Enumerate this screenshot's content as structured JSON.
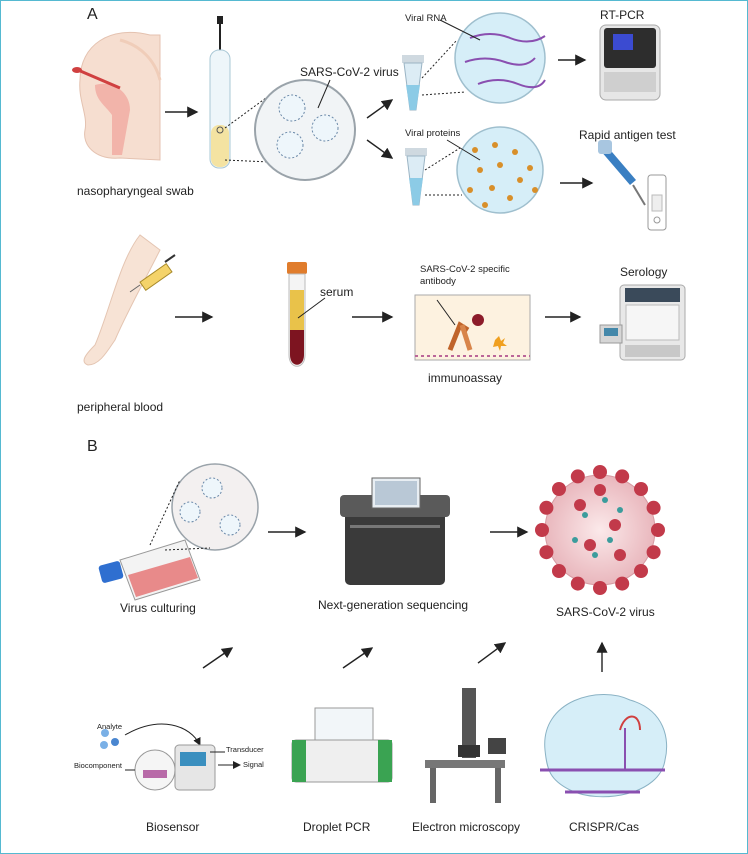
{
  "panels": {
    "a": "A",
    "b": "B"
  },
  "panel_a": {
    "swab": "nasopharyngeal swab",
    "virus": "SARS-CoV-2 virus",
    "viral_rna": "Viral RNA",
    "viral_proteins": "Viral proteins",
    "rtpcr": "RT-PCR",
    "rapid": "Rapid antigen test",
    "serum": "serum",
    "antibody_line1": "SARS-CoV-2 specific",
    "antibody_line2": "antibody",
    "immunoassay": "immunoassay",
    "serology": "Serology",
    "blood": "peripheral blood"
  },
  "panel_b": {
    "culturing": "Virus culturing",
    "ngs": "Next-generation sequencing",
    "virus": "SARS-CoV-2 virus",
    "analyte": "Analyte",
    "biocomponent": "Biocomponent",
    "transducer": "Transducer",
    "signal": "Signal",
    "biosensor": "Biosensor",
    "ddpcr": "Droplet PCR",
    "em": "Electron microscopy",
    "crispr": "CRISPR/Cas"
  },
  "colors": {
    "border": "#55b9d1",
    "arrow": "#222222",
    "virus_red": "#c23a4a",
    "tube_blue": "#8ccbe6",
    "serum_yellow": "#e9c24a",
    "blood_red": "#7d1420"
  }
}
